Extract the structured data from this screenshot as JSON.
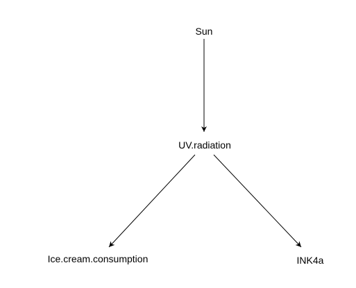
{
  "diagram": {
    "type": "directed-acyclic-graph",
    "nodes": [
      {
        "id": "sun",
        "label": "Sun"
      },
      {
        "id": "uv",
        "label": "UV.radiation"
      },
      {
        "id": "ice",
        "label": "Ice.cream.consumption"
      },
      {
        "id": "ink",
        "label": "INK4a"
      }
    ],
    "edges": [
      {
        "from": "sun",
        "to": "uv"
      },
      {
        "from": "uv",
        "to": "ice"
      },
      {
        "from": "uv",
        "to": "ink"
      }
    ],
    "colors": {
      "background": "#ffffff",
      "stroke": "#000000",
      "text": "#000000"
    }
  }
}
